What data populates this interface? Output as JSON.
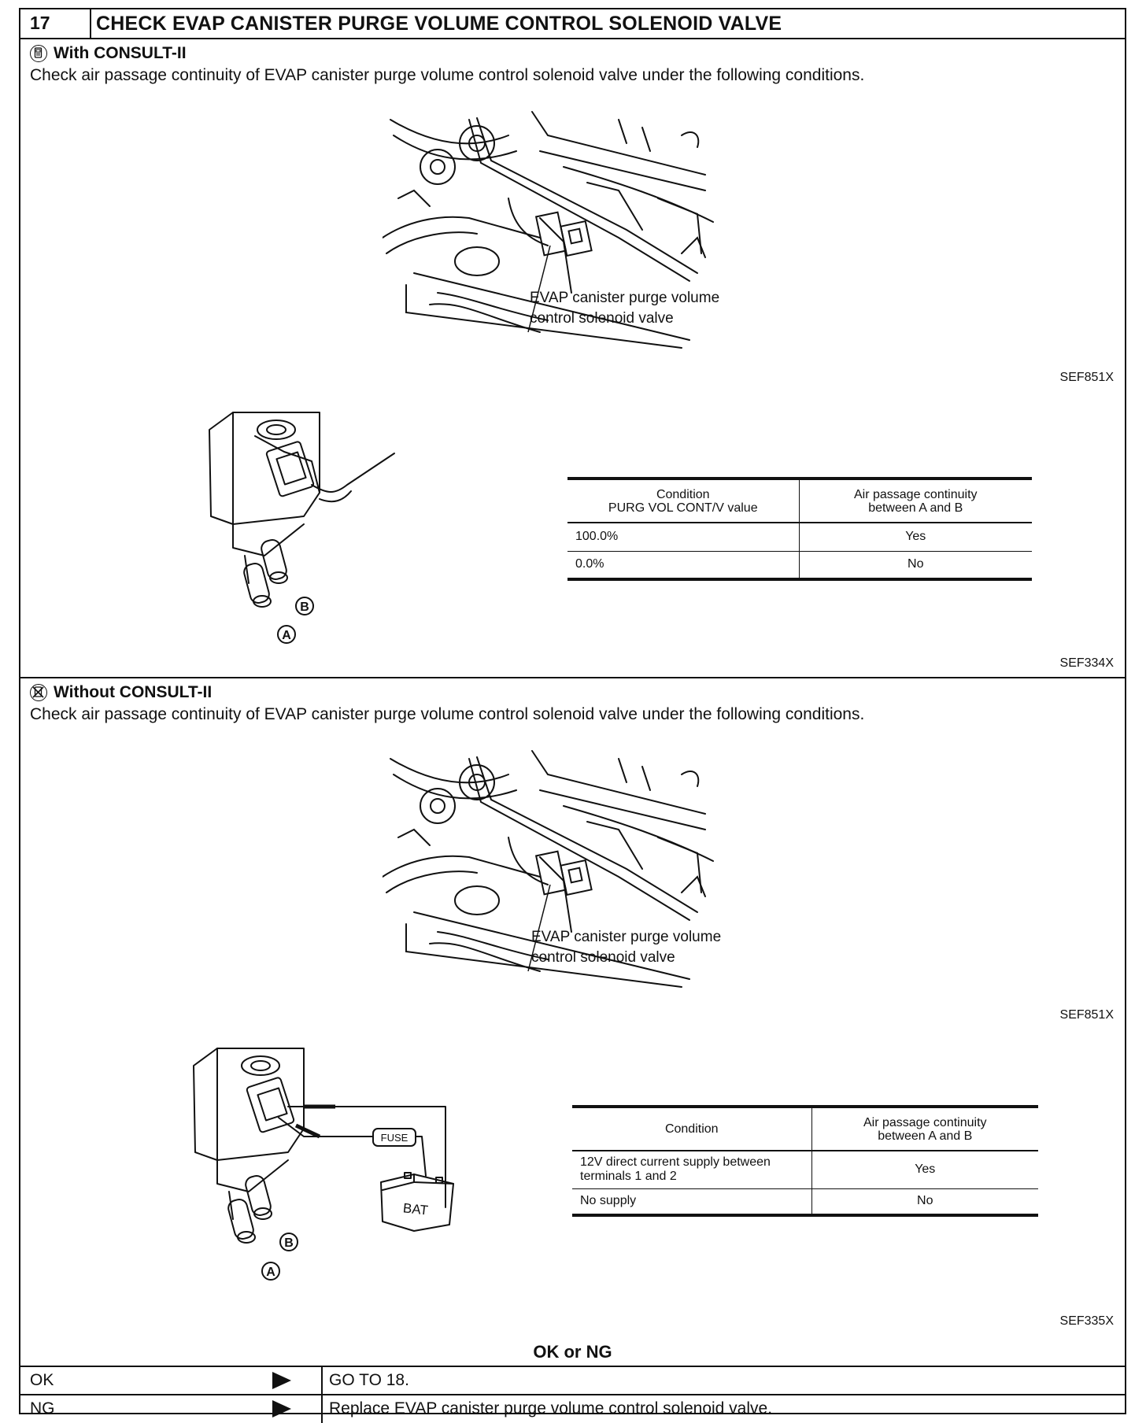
{
  "step": {
    "number": "17",
    "title": "CHECK EVAP CANISTER PURGE VOLUME CONTROL SOLENOID VALVE"
  },
  "with_consult": {
    "heading": "With CONSULT-II",
    "icon": "consult-tester-icon",
    "instruction": "Check air passage continuity of EVAP canister purge volume control solenoid valve under the following conditions.",
    "callout_line1": "EVAP canister purge volume",
    "callout_line2": "control solenoid valve",
    "fig1_code": "SEF851X",
    "fig2_code": "SEF334X",
    "port_a": "A",
    "port_b": "B",
    "table": {
      "header_col1_line1": "Condition",
      "header_col1_line2": "PURG VOL CONT/V value",
      "header_col2_line1": "Air passage continuity",
      "header_col2_line2": "between A and B",
      "rows": [
        {
          "condition": "100.0%",
          "continuity": "Yes"
        },
        {
          "condition": "0.0%",
          "continuity": "No"
        }
      ]
    }
  },
  "without_consult": {
    "heading": "Without CONSULT-II",
    "icon": "no-consult-icon",
    "instruction": "Check air passage continuity of EVAP canister purge volume control solenoid valve under the following conditions.",
    "callout_line1": "EVAP canister purge volume",
    "callout_line2": "control solenoid valve",
    "fig1_code": "SEF851X",
    "fig2_code": "SEF335X",
    "port_a": "A",
    "port_b": "B",
    "fuse_label": "FUSE",
    "battery_label": "BAT",
    "table": {
      "header_col1": "Condition",
      "header_col2_line1": "Air passage continuity",
      "header_col2_line2": "between A and B",
      "rows": [
        {
          "condition_line1": "12V direct current supply between",
          "condition_line2": "terminals 1 and 2",
          "continuity": "Yes"
        },
        {
          "condition_line1": "No supply",
          "condition_line2": "",
          "continuity": "No"
        }
      ]
    }
  },
  "result": {
    "heading": "OK or NG",
    "rows": [
      {
        "label": "OK",
        "action": "GO TO 18."
      },
      {
        "label": "NG",
        "action": "Replace EVAP canister purge volume control solenoid valve."
      }
    ]
  }
}
